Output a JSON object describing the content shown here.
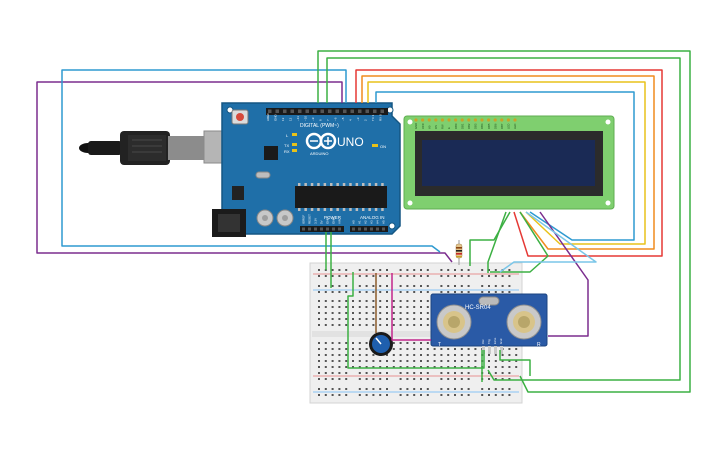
{
  "board": {
    "name": "UNO",
    "brand": "ARDUINO",
    "digital_label": "DIGITAL (PWM~)",
    "power_label": "POWER",
    "analog_label": "ANALOG IN",
    "digital_pins": [
      "AREF",
      "GND",
      "13",
      "12",
      "~11",
      "~10",
      "~9",
      "8",
      "7",
      "~6",
      "~5",
      "4",
      "~3",
      "2",
      "TX 1",
      "RX 0"
    ],
    "power_pins": [
      "IOREF",
      "RESET",
      "3.3V",
      "5V",
      "GND",
      "GND",
      "VIN"
    ],
    "analog_pins": [
      "A0",
      "A1",
      "A2",
      "A3",
      "A4",
      "A5"
    ],
    "led_labels": [
      "L",
      "TX",
      "RX"
    ],
    "on_label": "ON"
  },
  "lcd": {
    "pin_labels": [
      "GND",
      "VCC",
      "V0",
      "RS",
      "RW",
      "E",
      "DB0",
      "DB1",
      "DB2",
      "DB3",
      "DB4",
      "DB5",
      "DB6",
      "DB7",
      "LED",
      "LED"
    ]
  },
  "sensor": {
    "name": "HC-SR04",
    "left_mark": "T",
    "right_mark": "R",
    "pin_labels": [
      "Vcc",
      "Trig",
      "Echo",
      "Gnd"
    ]
  },
  "colors": {
    "board": "#1f6fa8",
    "board_dark": "#155783",
    "lcd_pcb": "#7fcf6f",
    "lcd_screen": "#1a2a55",
    "sensor_pcb": "#2a5aa6",
    "wire_green": "#3cb043",
    "wire_red": "#e53935",
    "wire_orange": "#f08c1e",
    "wire_yellow": "#e8c21a",
    "wire_blue": "#2e9ad0",
    "wire_purple": "#7b2d8e",
    "wire_brown": "#8b5a2b",
    "wire_magenta": "#c2268c"
  }
}
